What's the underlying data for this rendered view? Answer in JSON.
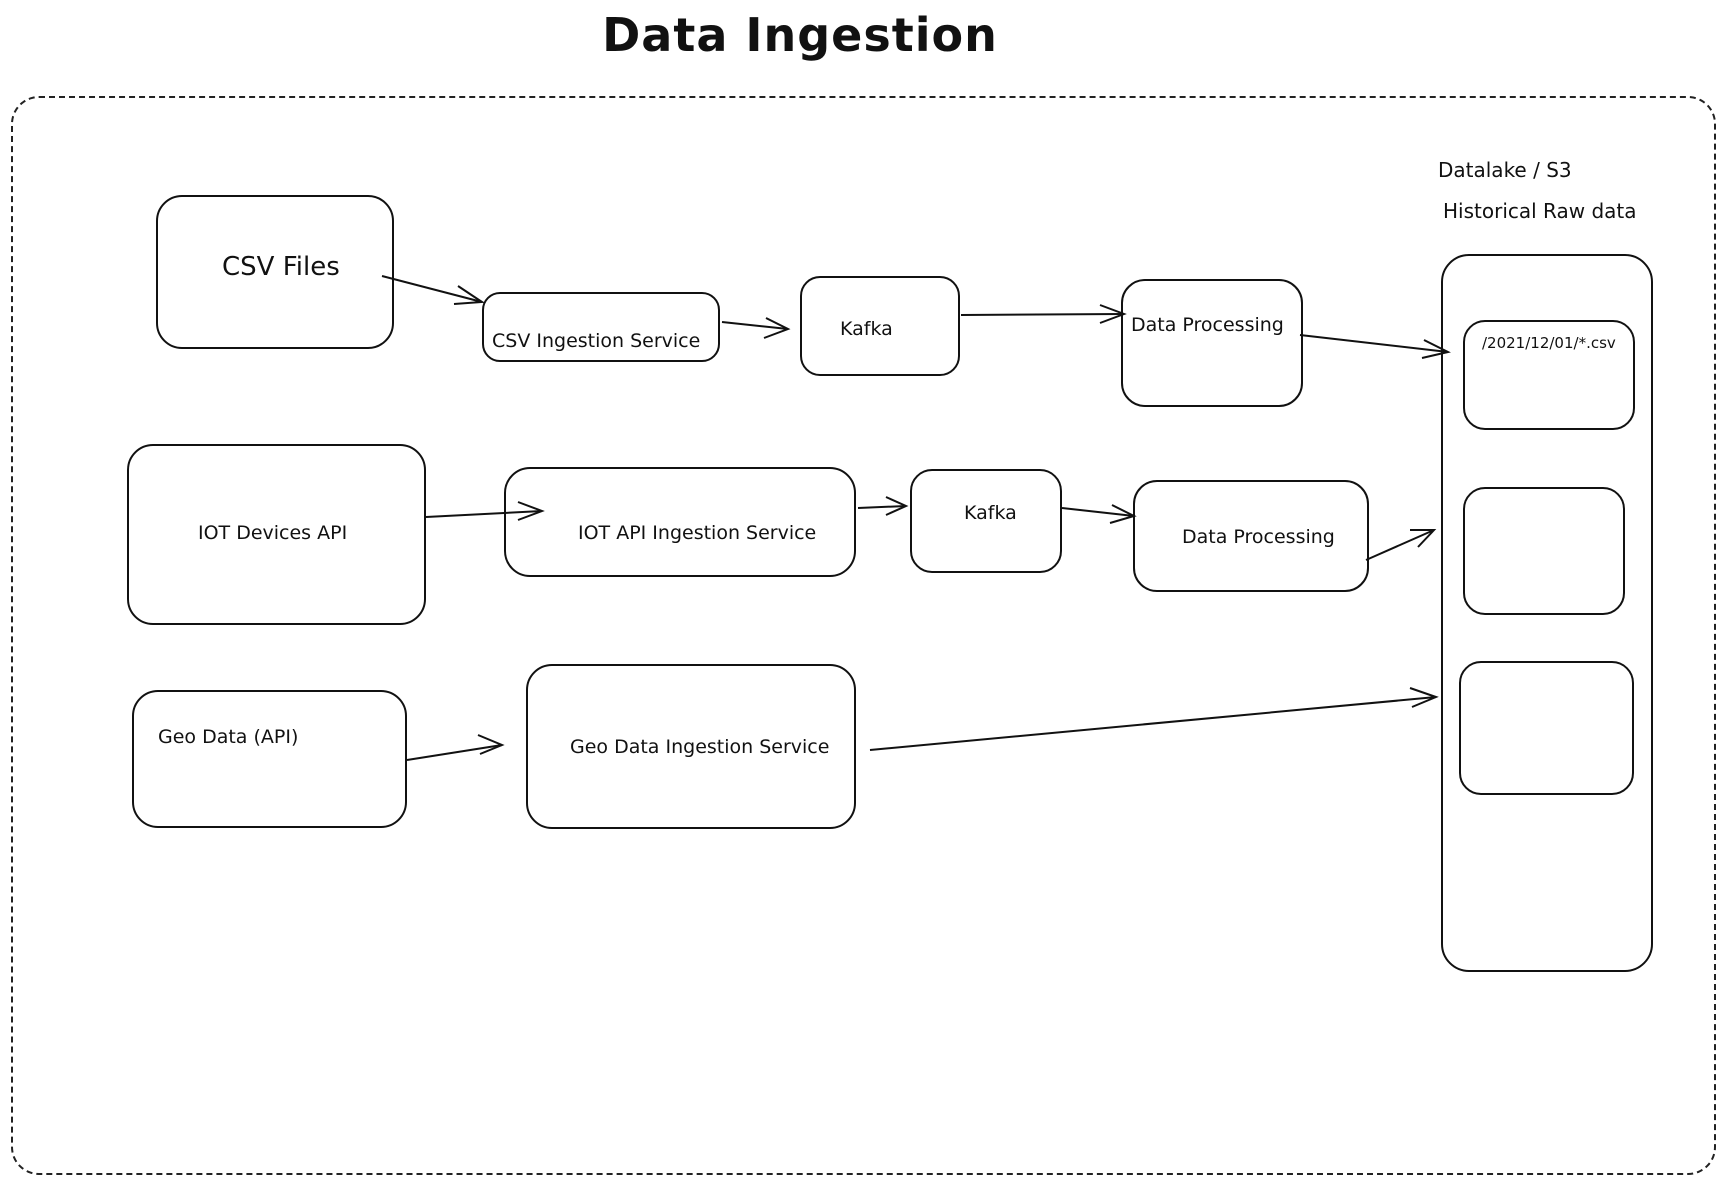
{
  "title": "Data Ingestion",
  "datalake": {
    "label": "Datalake / S3",
    "sublabel": "Historical Raw data",
    "slot_path": "/2021/12/01/*.csv"
  },
  "rows": {
    "csv": {
      "source": "CSV Files",
      "ingestion": "CSV Ingestion Service",
      "queue": "Kafka",
      "processing": "Data Processing"
    },
    "iot": {
      "source": "IOT Devices API",
      "ingestion": "IOT API Ingestion Service",
      "queue": "Kafka",
      "processing": "Data Processing"
    },
    "geo": {
      "source": "Geo Data (API)",
      "ingestion": "Geo Data Ingestion Service"
    }
  }
}
